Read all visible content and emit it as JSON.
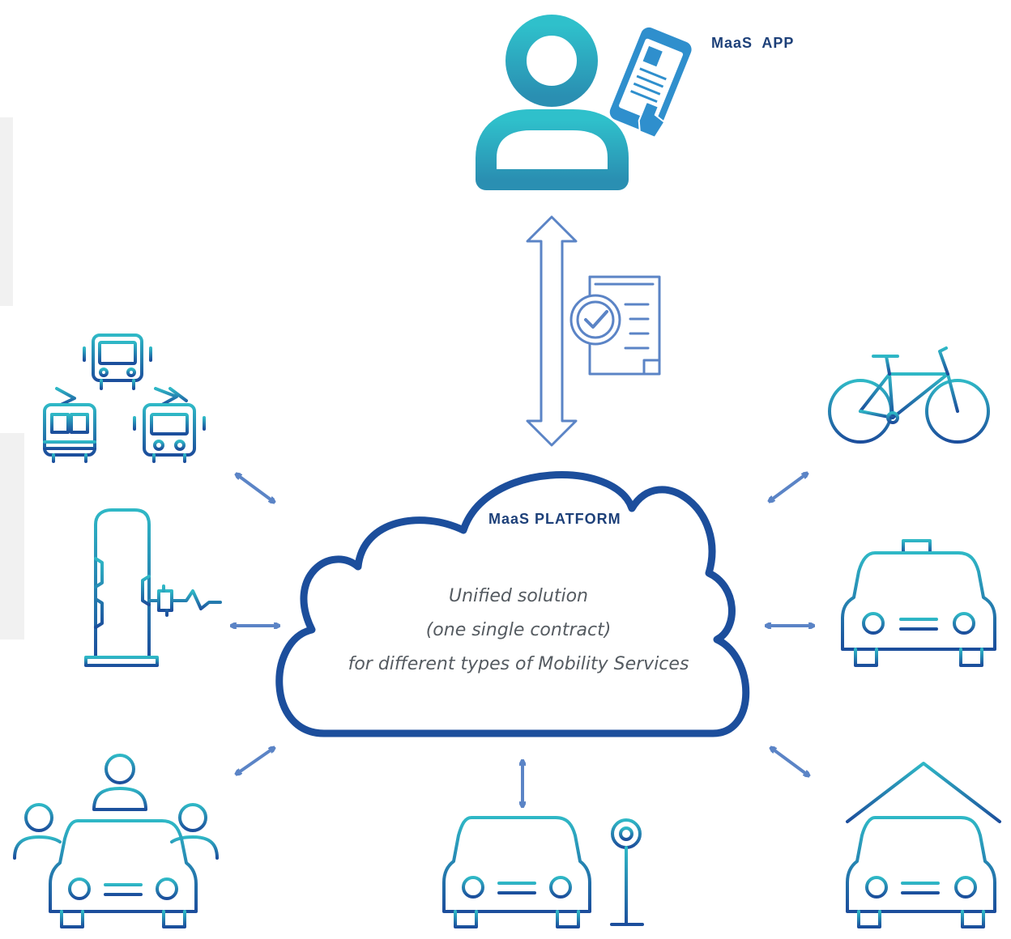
{
  "diagram": {
    "app_label": "MaaS  APP",
    "platform_label": "MaaS PLATFORM",
    "platform_description": [
      "Unified solution",
      "(one single contract)",
      "for different types of Mobility Services"
    ]
  },
  "colors": {
    "teal": "#2fb8c6",
    "blue": "#1c4e9c",
    "arrow": "#5b84c6",
    "label": "#1d4079",
    "panel": "#f1f1f1"
  },
  "icons": [
    "user-icon",
    "smartphone-icon",
    "contract-document-icon",
    "public-transport-icon",
    "ev-charging-station-icon",
    "car-sharing-icon",
    "parking-icon",
    "bicycle-icon",
    "taxi-icon",
    "garage-icon",
    "cloud-icon"
  ]
}
